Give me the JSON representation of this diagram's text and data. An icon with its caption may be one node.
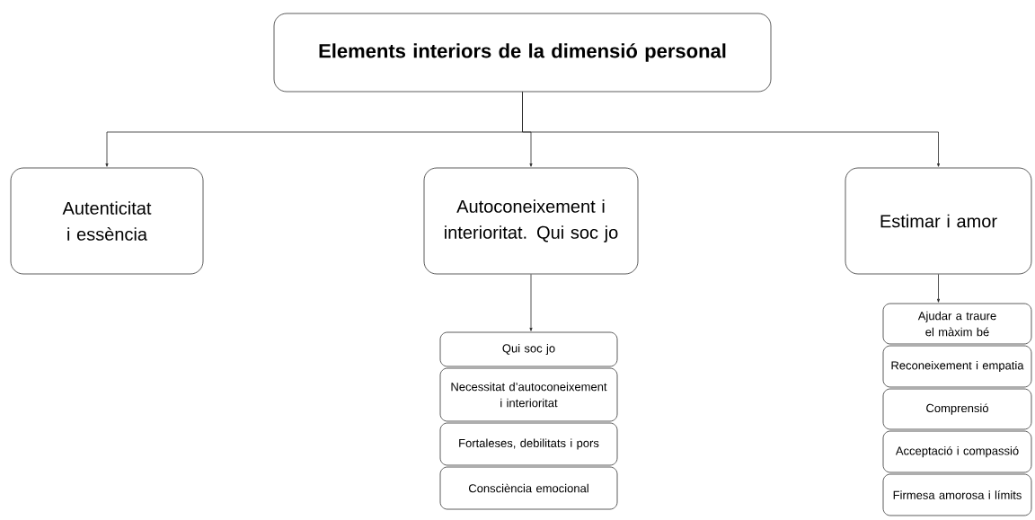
{
  "diagram": {
    "nodes": [
      {
        "text": [
          "Elements interiors de la dimensió personal"
        ]
      },
      {
        "text": [
          "Autenticitat i essència"
        ]
      },
      {
        "text": [
          "Autoconeixement i interioritat. Qui soc jo"
        ]
      },
      {
        "text": [
          "Estimar i amor"
        ]
      },
      {
        "text": [
          "Qui soc jo"
        ]
      },
      {
        "text": [
          "Necessitat d’autoconeixement i interioritat"
        ]
      },
      {
        "text": [
          "Fortaleses, debilitats i pors"
        ]
      },
      {
        "text": [
          "Consciència emocional"
        ]
      },
      {
        "text": [
          "Ajudar a traure el màxim bé"
        ]
      },
      {
        "text": [
          "Reconeixement i empatia"
        ]
      },
      {
        "text": [
          "Comprensió"
        ]
      },
      {
        "text": [
          "Acceptació i compassió"
        ]
      },
      {
        "text": [
          "Firmesa amorosa i límits"
        ]
      }
    ],
    "edges": [
      {
        "from": 0,
        "to": 1,
        "arrow": "to"
      },
      {
        "from": 0,
        "to": 2,
        "arrow": "to"
      },
      {
        "from": 0,
        "to": 3,
        "arrow": "to"
      },
      {
        "from": 2,
        "to": 4,
        "arrow": "to"
      },
      {
        "from": 3,
        "to": 8,
        "arrow": "to"
      }
    ]
  }
}
